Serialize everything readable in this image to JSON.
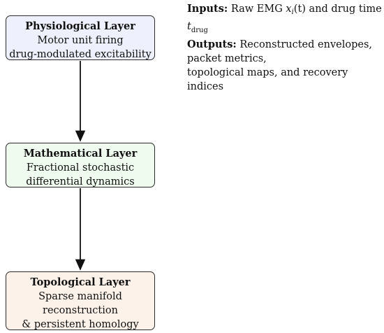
{
  "diagram": {
    "layers": [
      {
        "title": "Physiological Layer",
        "lines": [
          "Motor unit firing",
          "drug-modulated excitability"
        ],
        "fill": "#eef0fd"
      },
      {
        "title": "Mathematical Layer",
        "lines": [
          "Fractional stochastic",
          "differential dynamics"
        ],
        "fill": "#eefbee"
      },
      {
        "title": "Topological Layer",
        "lines": [
          "Sparse manifold",
          "reconstruction",
          "& persistent homology"
        ],
        "fill": "#fdf2ea"
      }
    ]
  },
  "notes": {
    "inputs_label": "Inputs:",
    "inputs_text": "Raw EMG",
    "inputs_var": "x",
    "inputs_var_sub": "i",
    "inputs_var_arg": "(t)",
    "inputs_text2": "and drug time",
    "inputs_time_var": "t",
    "inputs_time_sub": "drug",
    "outputs_label": "Outputs:",
    "outputs_lines": [
      "Reconstructed envelopes,",
      "packet metrics,",
      "topological maps, and recovery indices"
    ]
  }
}
